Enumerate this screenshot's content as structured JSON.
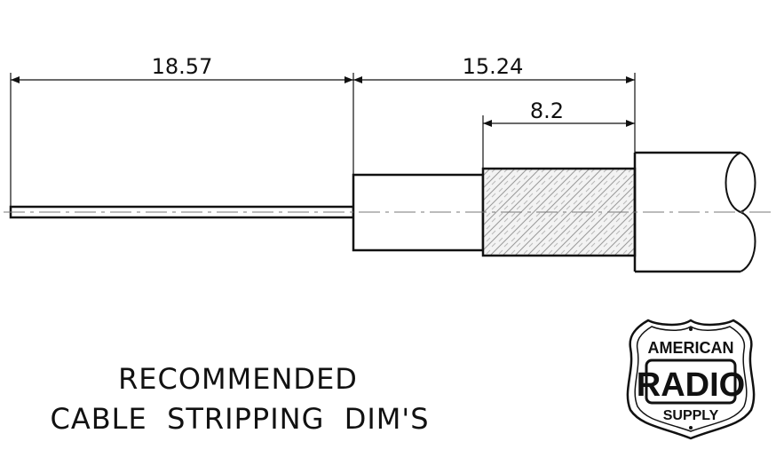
{
  "dimensions": {
    "overall": "18.57",
    "jacket_strip": "15.24",
    "braid": "8.2"
  },
  "title": {
    "line1": "RECOMMENDED",
    "line2": "CABLE  STRIPPING  DIM'S"
  },
  "logo": {
    "line1": "AMERICAN",
    "line2": "RADIO",
    "line3": "SUPPLY"
  },
  "colors": {
    "line": "#111111",
    "braid_fill": "#f3f3f3",
    "center_line": "#777777"
  }
}
